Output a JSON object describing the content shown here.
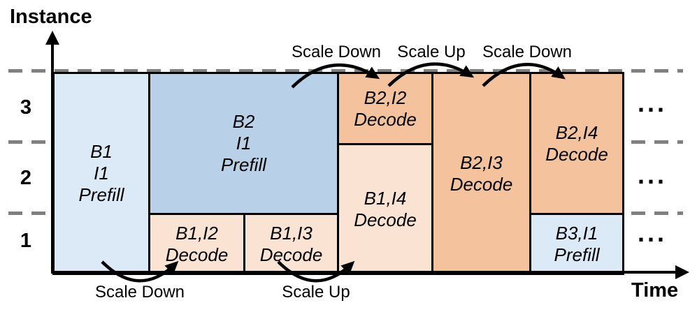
{
  "axes": {
    "y_title": "Instance",
    "x_title": "Time",
    "y_ticks": [
      "3",
      "2",
      "1"
    ]
  },
  "ellipsis": "...",
  "colors": {
    "prefill_light": "#dce9f6",
    "prefill_dark": "#b8d1e8",
    "decode_light": "#fae3d3",
    "decode_dark": "#f5c29e",
    "ink": "#000000",
    "gridline": "#808080"
  },
  "boxes": [
    {
      "name": "b1-i1-prefill",
      "lines": [
        "B1",
        "I1",
        "Prefill"
      ],
      "phase": "Prefill",
      "instance_span": [
        1,
        3
      ]
    },
    {
      "name": "b2-i1-prefill",
      "lines": [
        "B2",
        "I1",
        "Prefill"
      ],
      "phase": "Prefill",
      "instance_span": [
        2,
        3
      ]
    },
    {
      "name": "b1-i2-decode",
      "lines": [
        "B1,I2",
        "Decode"
      ],
      "phase": "Decode",
      "instance_span": [
        1,
        1
      ]
    },
    {
      "name": "b1-i3-decode",
      "lines": [
        "B1,I3",
        "Decode"
      ],
      "phase": "Decode",
      "instance_span": [
        1,
        1
      ]
    },
    {
      "name": "b2-i2-decode",
      "lines": [
        "B2,I2",
        "Decode"
      ],
      "phase": "Decode",
      "instance_span": [
        3,
        3
      ]
    },
    {
      "name": "b1-i4-decode",
      "lines": [
        "B1,I4",
        "Decode"
      ],
      "phase": "Decode",
      "instance_span": [
        1,
        2
      ]
    },
    {
      "name": "b2-i3-decode",
      "lines": [
        "B2,I3",
        "Decode"
      ],
      "phase": "Decode",
      "instance_span": [
        1,
        3
      ]
    },
    {
      "name": "b2-i4-decode",
      "lines": [
        "B2,I4",
        "Decode"
      ],
      "phase": "Decode",
      "instance_span": [
        2,
        3
      ]
    },
    {
      "name": "b3-i1-prefill",
      "lines": [
        "B3,I1",
        "Prefill"
      ],
      "phase": "Prefill",
      "instance_span": [
        1,
        1
      ]
    }
  ],
  "transitions": {
    "top": [
      "Scale Down",
      "Scale Up",
      "Scale Down"
    ],
    "bottom": [
      "Scale Down",
      "Scale Up"
    ]
  }
}
